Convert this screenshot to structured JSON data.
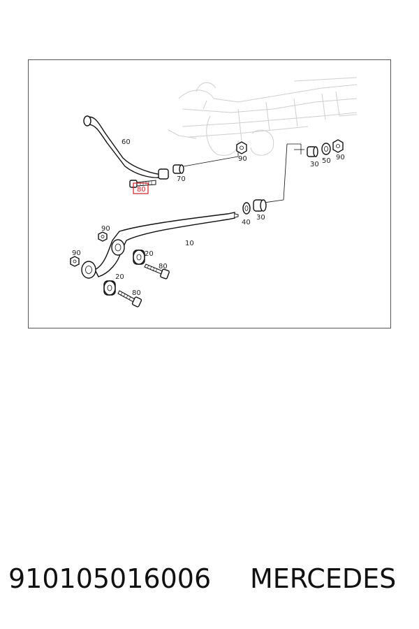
{
  "diagram": {
    "callouts": {
      "c60": "60",
      "c80_highlight": "80",
      "c70": "70",
      "c90_top": "90",
      "c30_right": "30",
      "c50": "50",
      "c90_right": "90",
      "c40": "40",
      "c30_mid": "30",
      "c10": "10",
      "c90_left_top": "90",
      "c90_left": "90",
      "c20_top": "20",
      "c80_mid": "80",
      "c20_bottom": "20",
      "c80_bottom": "80"
    },
    "highlight_color": "#d21f2a"
  },
  "footer": {
    "part_number": "910105016006",
    "brand": "MERCEDES"
  }
}
